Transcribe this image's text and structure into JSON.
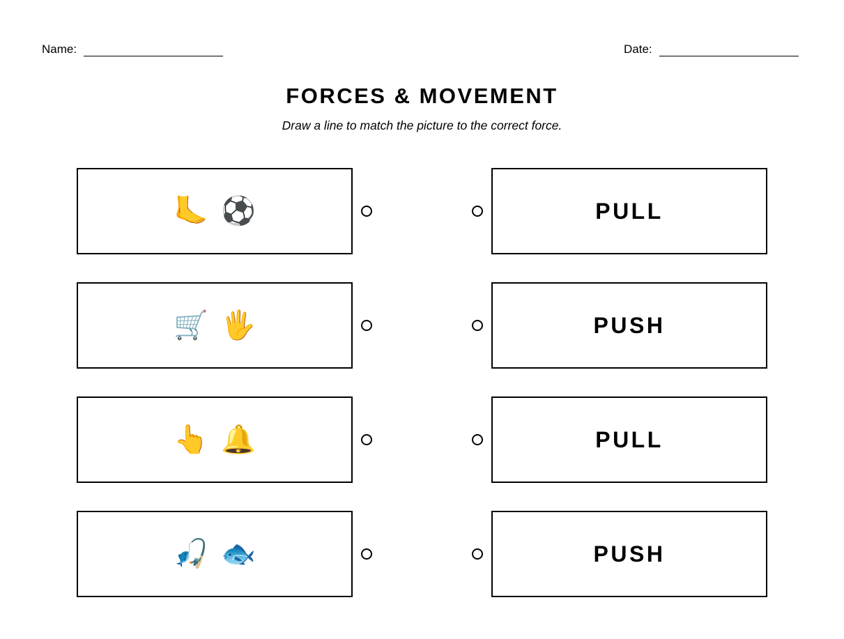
{
  "header": {
    "name_label": "Name:",
    "date_label": "Date:"
  },
  "title": "FORCES & MOVEMENT",
  "instructions": "Draw a line to match the picture to the correct force.",
  "rows": [
    {
      "pictures": [
        {
          "icon": "foot-icon",
          "glyph": "🦶"
        },
        {
          "icon": "soccer-ball-icon",
          "glyph": "⚽"
        }
      ],
      "force": "PULL"
    },
    {
      "pictures": [
        {
          "icon": "shopping-cart-icon",
          "glyph": "🛒"
        },
        {
          "icon": "raised-hand-icon",
          "glyph": "🖐"
        }
      ],
      "force": "PUSH"
    },
    {
      "pictures": [
        {
          "icon": "pointing-finger-icon",
          "glyph": "👆"
        },
        {
          "icon": "bell-icon",
          "glyph": "🔔"
        }
      ],
      "force": "PULL"
    },
    {
      "pictures": [
        {
          "icon": "fishing-pole-icon",
          "glyph": "🎣"
        },
        {
          "icon": "fish-icon",
          "glyph": "🐟"
        }
      ],
      "force": "PUSH"
    }
  ]
}
